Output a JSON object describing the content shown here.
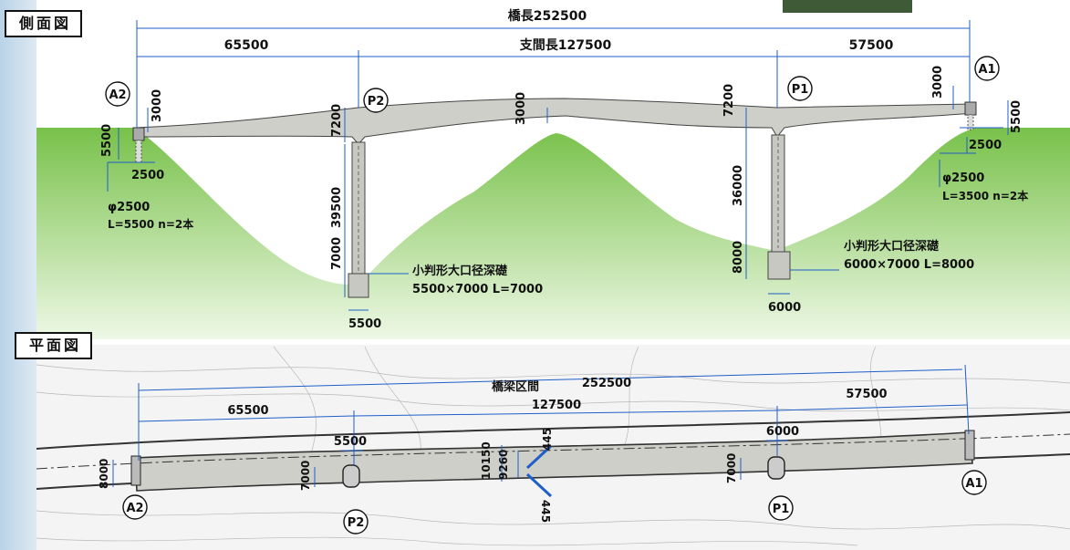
{
  "side_view": {
    "title": "側面図",
    "total_length": "橋長252500",
    "span_label": "支間長127500",
    "span_left": "65500",
    "span_right": "57500",
    "abutment_a2": "A2",
    "abutment_a1": "A1",
    "pier_p2": "P2",
    "pier_p1": "P1",
    "girder_depth_a2": "3000",
    "girder_depth_mid": "3000",
    "girder_depth_a1": "3000",
    "haunch_p2": "7200",
    "haunch_p1": "7200",
    "a2_height": "5500",
    "a2_width": "2500",
    "a2_pile_dia": "φ2500",
    "a2_pile_spec": "L=5500 n=2本",
    "a1_height": "5500",
    "a1_width": "2500",
    "a1_pile_dia": "φ2500",
    "a1_pile_spec": "L=3500 n=2本",
    "p2_pier_height": "39500",
    "p2_caisson_depth": "7000",
    "p2_caisson_width": "5500",
    "p2_caisson_type": "小判形大口径深礎",
    "p2_caisson_spec": "5500×7000 L=7000",
    "p1_pier_height": "36000",
    "p1_caisson_depth": "8000",
    "p1_caisson_width": "6000",
    "p1_caisson_type": "小判形大口径深礎",
    "p1_caisson_spec": "6000×7000 L=8000"
  },
  "plan_view": {
    "title": "平面図",
    "section_label": "橋梁区間",
    "section_length": "252500",
    "span_left": "65500",
    "span_center": "127500",
    "span_right": "57500",
    "p2_width": "5500",
    "p1_width": "6000",
    "a2_width": "8000",
    "p2_deck": "7000",
    "p1_deck": "7000",
    "deck_total": "10150",
    "deck_inner": "9260",
    "edge_top": "445",
    "edge_bottom": "445",
    "abutment_a2": "A2",
    "abutment_a1": "A1",
    "pier_p2": "P2",
    "pier_p1": "P1"
  },
  "colors": {
    "ground": "#7dc44e",
    "ground_light": "#e7f5dc",
    "sky_left": "#c9dcec",
    "girder": "#cfcfc9",
    "dimension": "#1f5fc8"
  }
}
